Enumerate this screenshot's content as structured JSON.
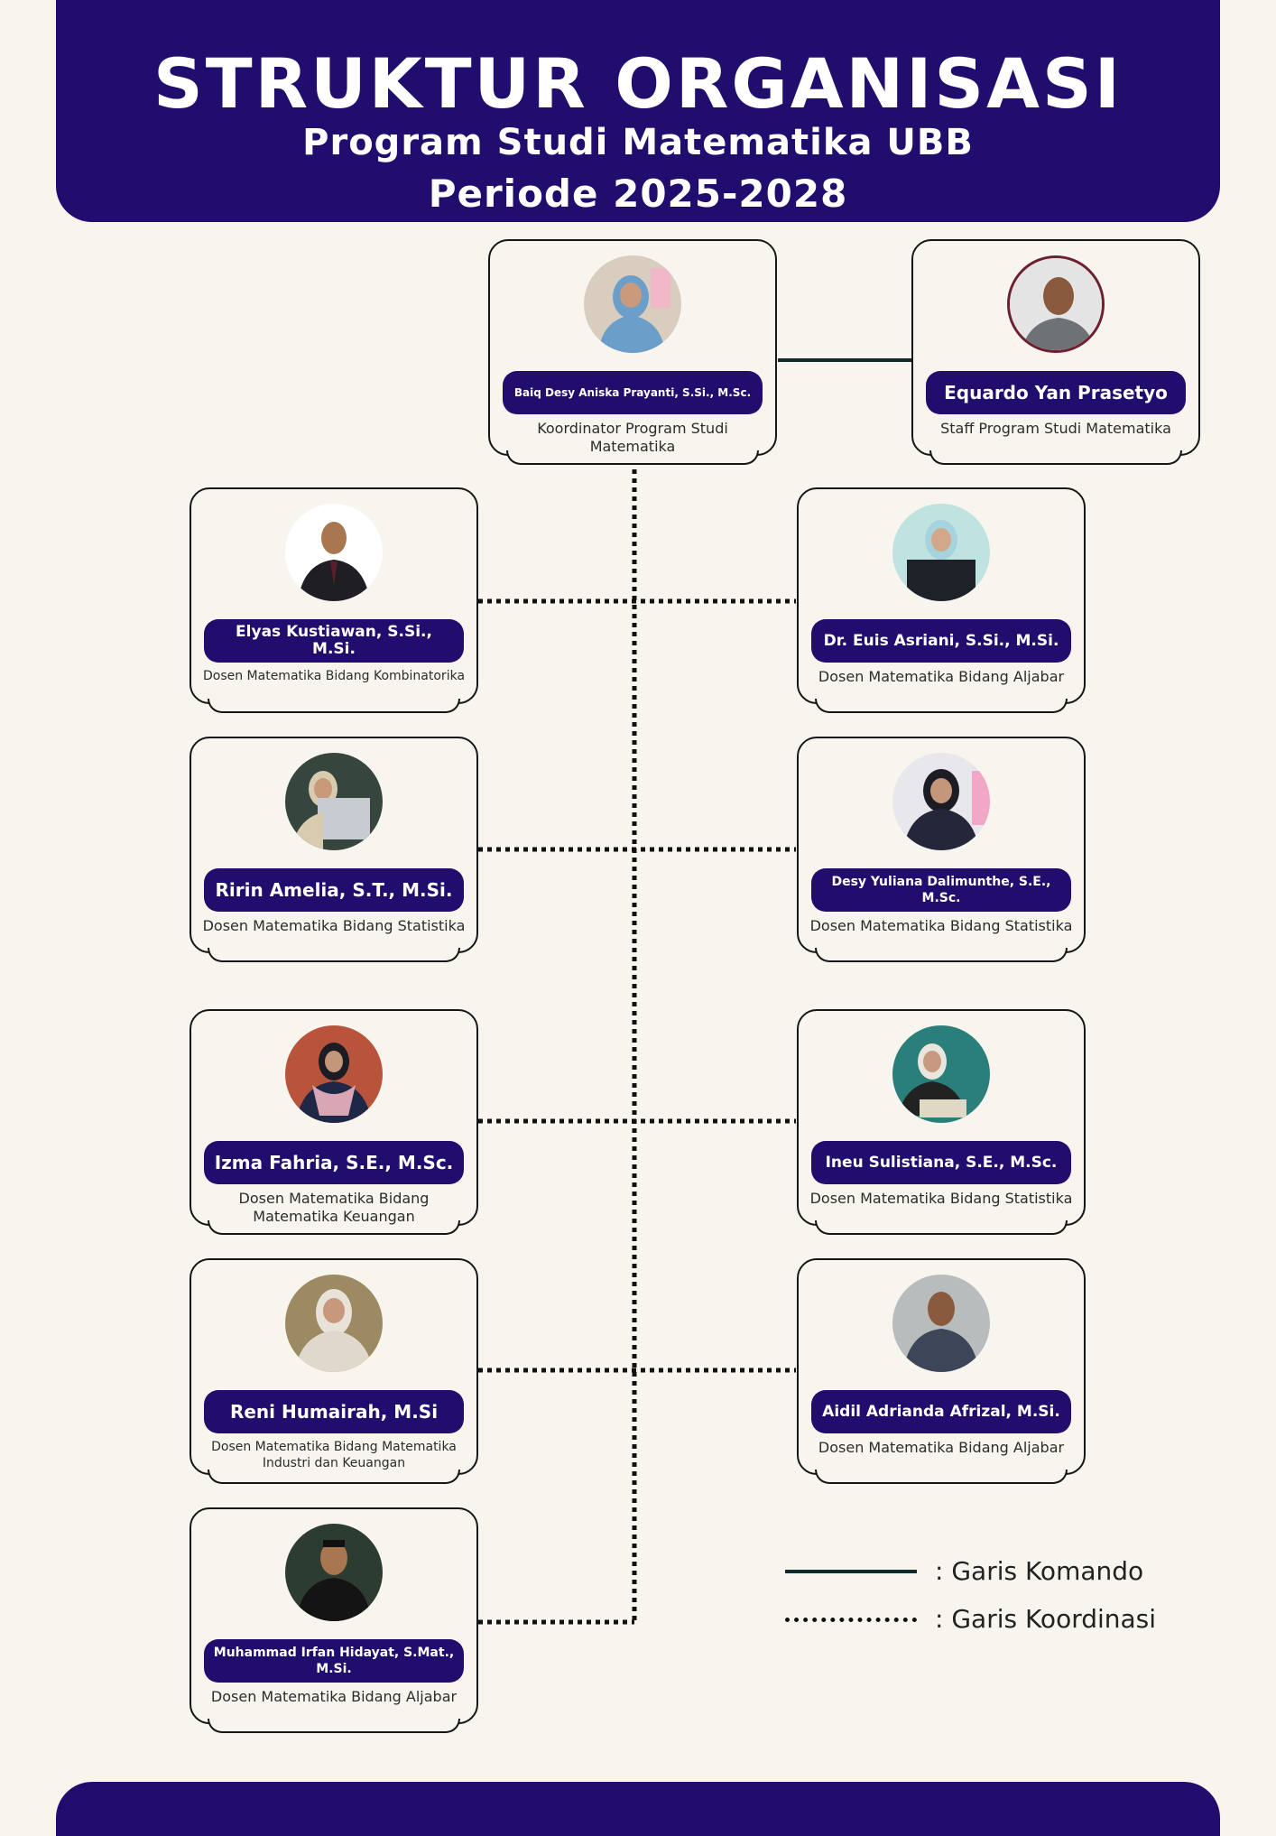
{
  "header": {
    "title": "STRUKTUR ORGANISASI",
    "subtitle": "Program Studi Matematika UBB",
    "period": "Periode 2025-2028"
  },
  "coordinator": {
    "name": "Baiq Desy Aniska Prayanti, S.Si., M.Sc.",
    "role": "Koordinator Program Studi Matematika"
  },
  "staff": {
    "name": "Equardo Yan Prasetyo",
    "role": "Staff Program Studi Matematika"
  },
  "lecturers": [
    {
      "name": "Elyas Kustiawan, S.Si., M.Si.",
      "role": "Dosen Matematika Bidang Kombinatorika"
    },
    {
      "name": "Dr. Euis Asriani, S.Si., M.Si.",
      "role": "Dosen Matematika Bidang Aljabar"
    },
    {
      "name": "Ririn Amelia, S.T., M.Si.",
      "role": "Dosen Matematika Bidang Statistika"
    },
    {
      "name": "Desy Yuliana Dalimunthe, S.E., M.Sc.",
      "role": "Dosen Matematika Bidang Statistika"
    },
    {
      "name": "Izma Fahria, S.E., M.Sc.",
      "role": "Dosen Matematika Bidang Matematika Keuangan"
    },
    {
      "name": "Ineu Sulistiana, S.E., M.Sc.",
      "role": "Dosen Matematika Bidang Statistika"
    },
    {
      "name": "Reni Humairah, M.Si",
      "role": "Dosen Matematika Bidang Matematika Industri dan Keuangan"
    },
    {
      "name": "Aidil Adrianda Afrizal, M.Si.",
      "role": "Dosen Matematika Bidang Aljabar"
    },
    {
      "name": "Muhammad Irfan Hidayat, S.Mat., M.Si.",
      "role": "Dosen Matematika Bidang Aljabar"
    }
  ],
  "legend": {
    "command": ": Garis Komando",
    "coordination": ": Garis Koordinasi"
  },
  "colors": {
    "brand": "#200d6e",
    "background": "#f8f5ef",
    "command_line": "#0f2a2a",
    "coordination_line": "#111111"
  }
}
